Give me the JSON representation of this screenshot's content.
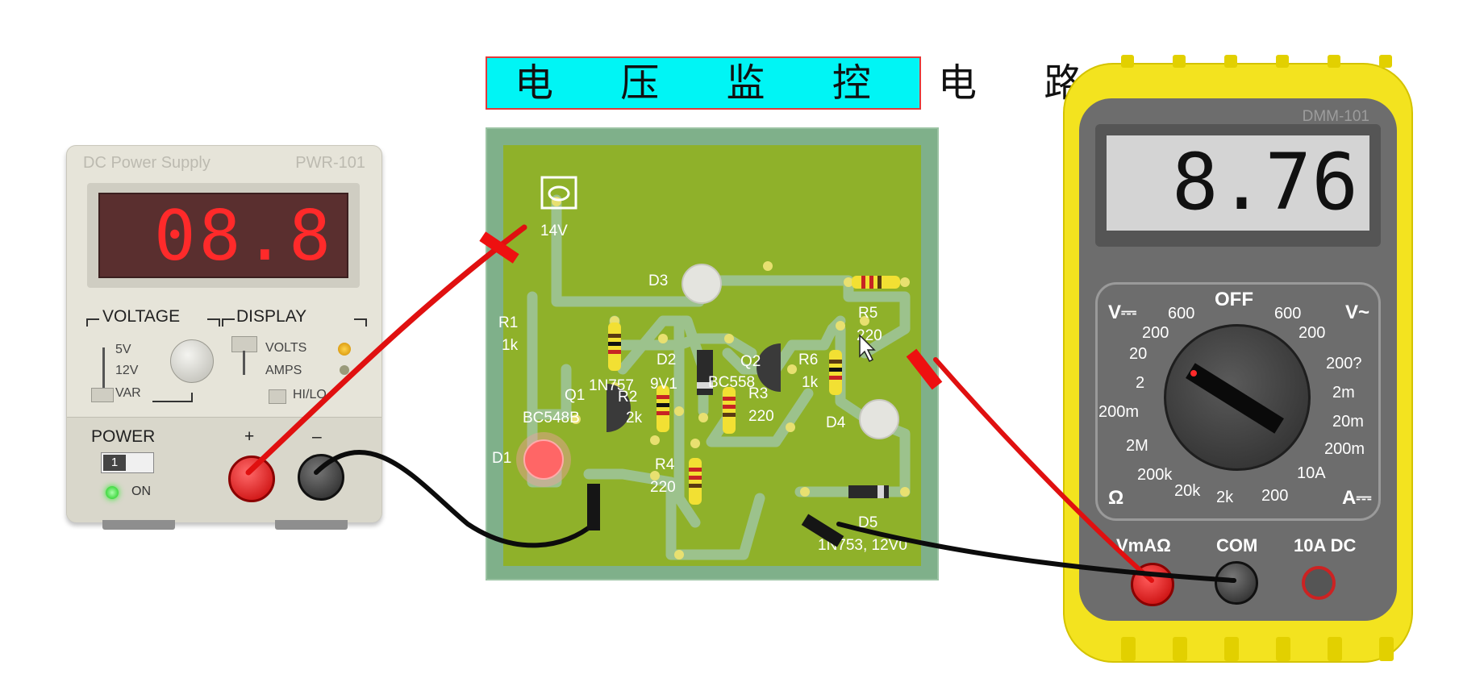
{
  "title": "电 压 监 控 电 路",
  "power_supply": {
    "brand_label": "DC Power Supply",
    "model": "PWR-101",
    "readout": "08.8",
    "voltage_label": "VOLTAGE",
    "display_label": "DISPLAY",
    "voltage_options": [
      "5V",
      "12V",
      "VAR"
    ],
    "display_options": [
      "VOLTS",
      "AMPS"
    ],
    "hilo_label": "HI/LO",
    "power_label": "POWER",
    "power_switch_value": "1",
    "on_label": "ON",
    "plus_label": "+",
    "minus_label": "–",
    "colors": {
      "readout": "#ff2a2a",
      "led": "#22ee22"
    }
  },
  "circuit": {
    "supply_label": "14V",
    "components": {
      "R1": {
        "name": "R1",
        "value": "1k"
      },
      "Q1": {
        "name": "Q1",
        "type": "BC548B"
      },
      "D1": {
        "name": "D1"
      },
      "D2": {
        "name": "D2",
        "type": "1N757",
        "value": "9V1"
      },
      "D3": {
        "name": "D3"
      },
      "R2": {
        "name": "R2",
        "value": "2k"
      },
      "R3": {
        "name": "R3",
        "value": "220"
      },
      "R4": {
        "name": "R4",
        "value": "220"
      },
      "Q2": {
        "name": "Q2",
        "type": "BC558"
      },
      "R5": {
        "name": "R5",
        "value": "220"
      },
      "R6": {
        "name": "R6",
        "value": "1k"
      },
      "D4": {
        "name": "D4"
      },
      "D5": {
        "name": "D5",
        "type": "1N753, 12V0"
      }
    }
  },
  "multimeter": {
    "model": "DMM-101",
    "readout": "8.76",
    "dial_labels": {
      "off": "OFF",
      "v_dc": "V⎓",
      "v_ac": "V~",
      "dc_left": [
        "600",
        "200",
        "20",
        "2",
        "200m"
      ],
      "ac_right": [
        "600",
        "200"
      ],
      "right_scale": [
        "200?",
        "2m",
        "20m",
        "200m",
        "10A"
      ],
      "ohm": [
        "2M",
        "200k",
        "20k",
        "2k",
        "200"
      ],
      "ohm_symbol": "Ω",
      "a_dc": "A⎓"
    },
    "jacks": {
      "v_ma_ohm": "VmAΩ",
      "com": "COM",
      "a10_dc": "10A DC"
    },
    "colors": {
      "shell": "#f3e31f",
      "body": "#6d6d6d"
    }
  }
}
